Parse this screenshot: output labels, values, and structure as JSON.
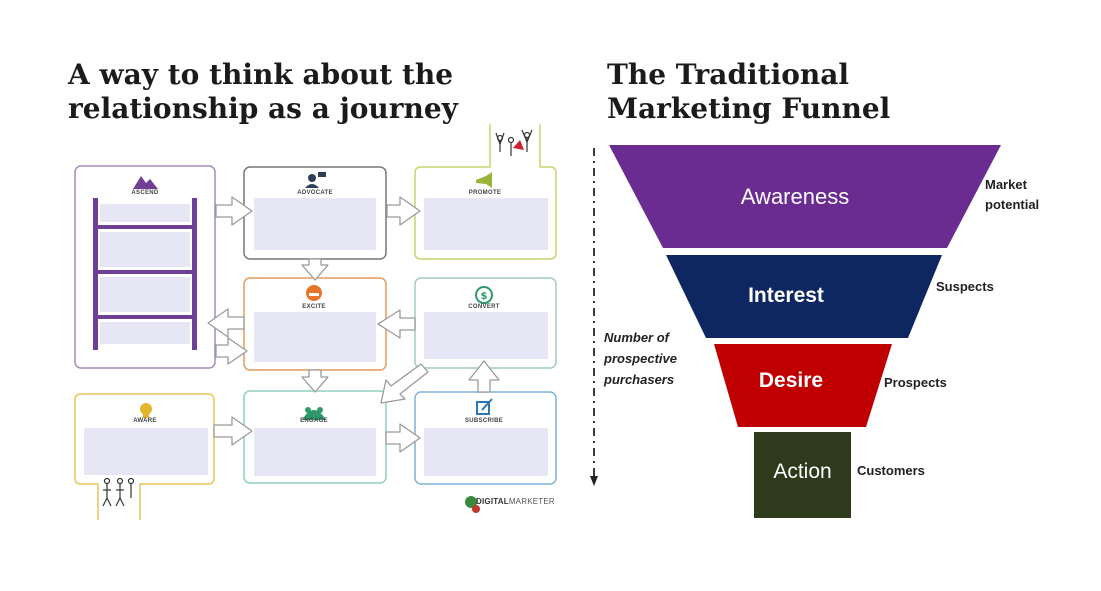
{
  "left_panel": {
    "title_line1": "A way to think about the",
    "title_line2": "relationship as a journey",
    "stages": {
      "ascend": "ASCEND",
      "advocate": "ADVOCATE",
      "promote": "PROMOTE",
      "excite": "EXCITE",
      "convert": "CONVERT",
      "aware": "AWARE",
      "engage": "ENGAGE",
      "subscribe": "SUBSCRIBE"
    },
    "brand_bold": "DIGITAL",
    "brand_rest": "MARKETER"
  },
  "right_panel": {
    "title_line1": "The Traditional",
    "title_line2": "Marketing Funnel",
    "axis_label_lines": [
      "Number of",
      "prospective",
      "purchasers"
    ],
    "levels": [
      {
        "name": "Awareness",
        "side_lines": [
          "Market",
          "potential"
        ],
        "color": "#6b2c91"
      },
      {
        "name": "Interest",
        "side_lines": [
          "Suspects"
        ],
        "color": "#0f2760"
      },
      {
        "name": "Desire",
        "side_lines": [
          "Prospects"
        ],
        "color": "#c00000"
      },
      {
        "name": "Action",
        "side_lines": [
          "Customers"
        ],
        "color": "#2d3a1c"
      }
    ]
  }
}
